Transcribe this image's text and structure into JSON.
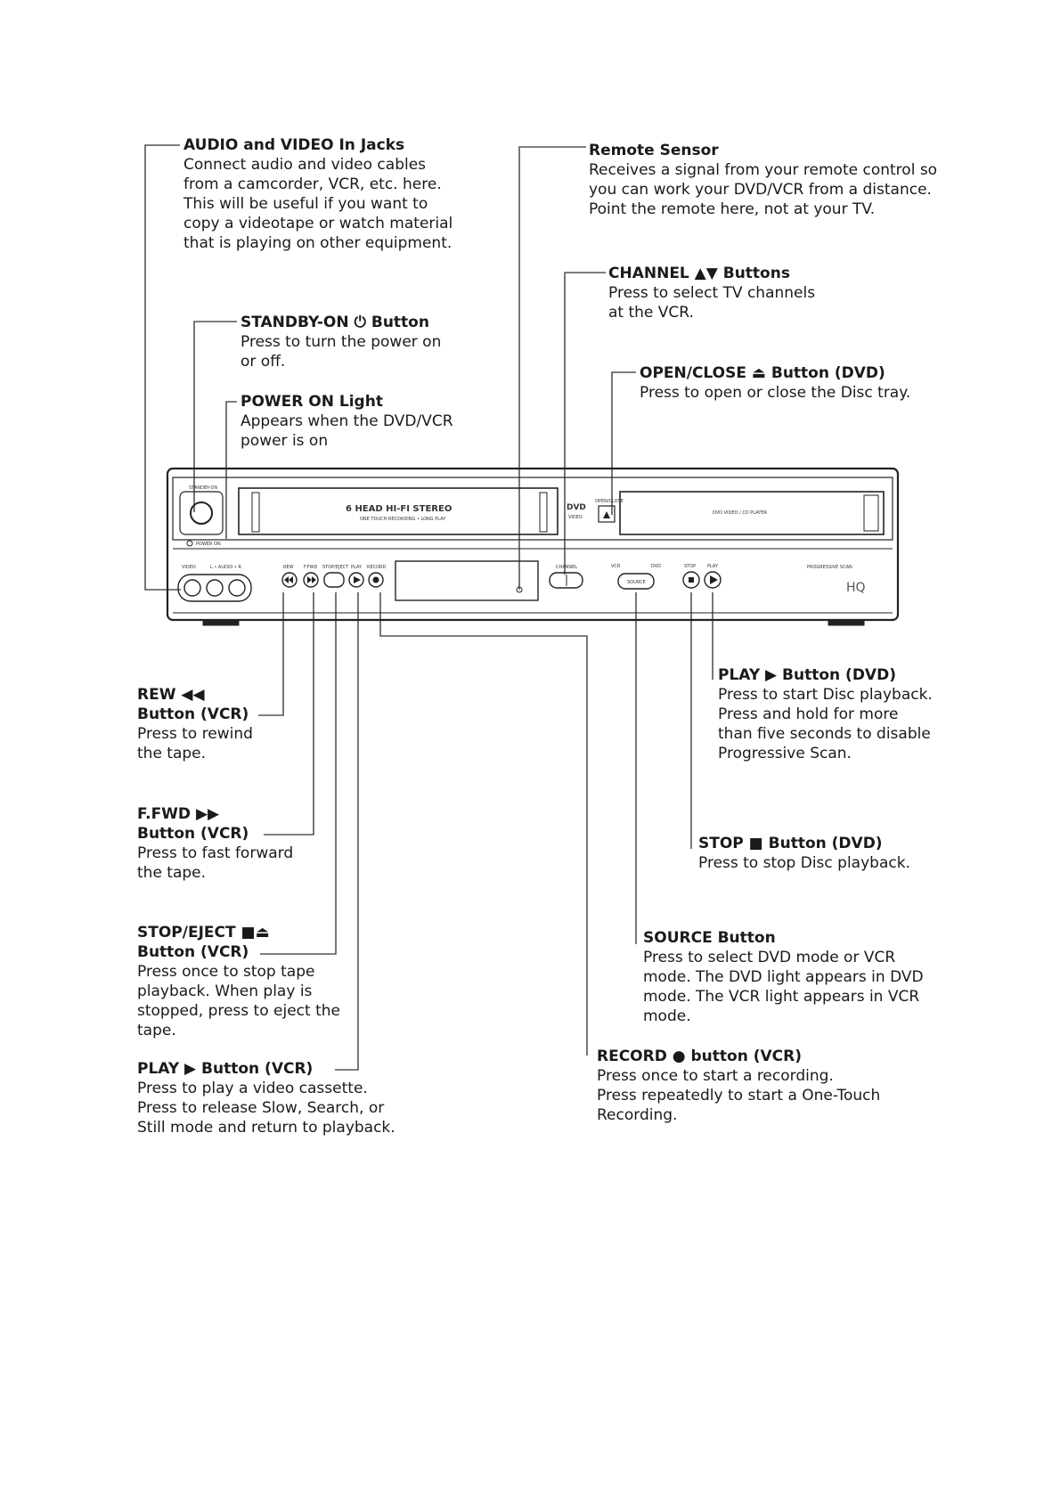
{
  "callouts": {
    "audio_video": {
      "title": "AUDIO and VIDEO In Jacks",
      "body": "Connect audio and video cables\nfrom a camcorder, VCR, etc. here.\nThis will be useful if you want to\ncopy a videotape or watch material\nthat is playing on other equipment."
    },
    "remote_sensor": {
      "title": "Remote Sensor",
      "body": "Receives a signal from your remote control so\nyou can work your DVD/VCR from a distance.\nPoint the remote here, not at your TV."
    },
    "channel": {
      "title": "CHANNEL ▲▼ Buttons",
      "body": "Press to select TV channels\nat the VCR."
    },
    "standby": {
      "title": "STANDBY-ON ⏻ Button",
      "body": "Press to turn the power on\nor off."
    },
    "open_close": {
      "title": "OPEN/CLOSE ⏏ Button (DVD)",
      "body": "Press to open or close the Disc tray."
    },
    "power_on": {
      "title": "POWER ON Light",
      "body": "Appears when the DVD/VCR\npower is on"
    },
    "rew": {
      "title": "REW ◀◀\nButton (VCR)",
      "body": "Press to rewind\nthe tape."
    },
    "play_dvd": {
      "title": "PLAY ▶ Button (DVD)",
      "body": "Press to start Disc playback.\nPress and hold for more\nthan five seconds to disable\nProgressive Scan."
    },
    "ffwd": {
      "title": "F.FWD ▶▶\nButton (VCR)",
      "body": "Press to fast forward\nthe tape."
    },
    "stop_dvd": {
      "title": "STOP ■ Button (DVD)",
      "body": "Press to stop Disc playback."
    },
    "stop_eject": {
      "title": "STOP/EJECT ■⏏\nButton (VCR)",
      "body": "Press once to stop tape\nplayback. When play is\nstopped, press to eject the\ntape."
    },
    "source": {
      "title": "SOURCE Button",
      "body": "Press to select DVD mode or VCR\nmode. The DVD light appears in DVD\nmode. The VCR light appears in VCR\nmode."
    },
    "play_vcr": {
      "title": "PLAY ▶ Button (VCR)",
      "body": "Press to play a video cassette.\nPress to release Slow, Search, or\nStill mode and return to playback."
    },
    "record": {
      "title": "RECORD ● button (VCR)",
      "body": "Press once to start a recording.\nPress repeatedly to start a One-Touch\nRecording."
    }
  },
  "device": {
    "standby_label": "STANDBY-ON",
    "power_on_label": "POWER ON",
    "vcr_logo": "6 HEAD HI-FI STEREO",
    "vcr_sub": "ONE TOUCH RECORDING • LONG PLAY",
    "dvd_logo": "DVD",
    "dvd_sub": "VIDEO",
    "open_close_label": "OPEN/CLOSE",
    "dvd_tray_label": "DVD VIDEO / CD PLAYER",
    "video_label": "VIDEO",
    "audio_label": "L • AUDIO • R",
    "rew_label": "REW",
    "ffwd_label": "F.FWD",
    "stop_eject_label": "STOP/EJECT",
    "play_label": "PLAY",
    "record_label": "RECORD",
    "channel_label": "CHANNEL",
    "vcr_label": "VCR",
    "dvd_label": "DVD",
    "source_label": "SOURCE",
    "stop_label": "STOP",
    "play2_label": "PLAY",
    "progressive_label": "PROGRESSIVE SCAN",
    "hq_label": "HQ"
  }
}
